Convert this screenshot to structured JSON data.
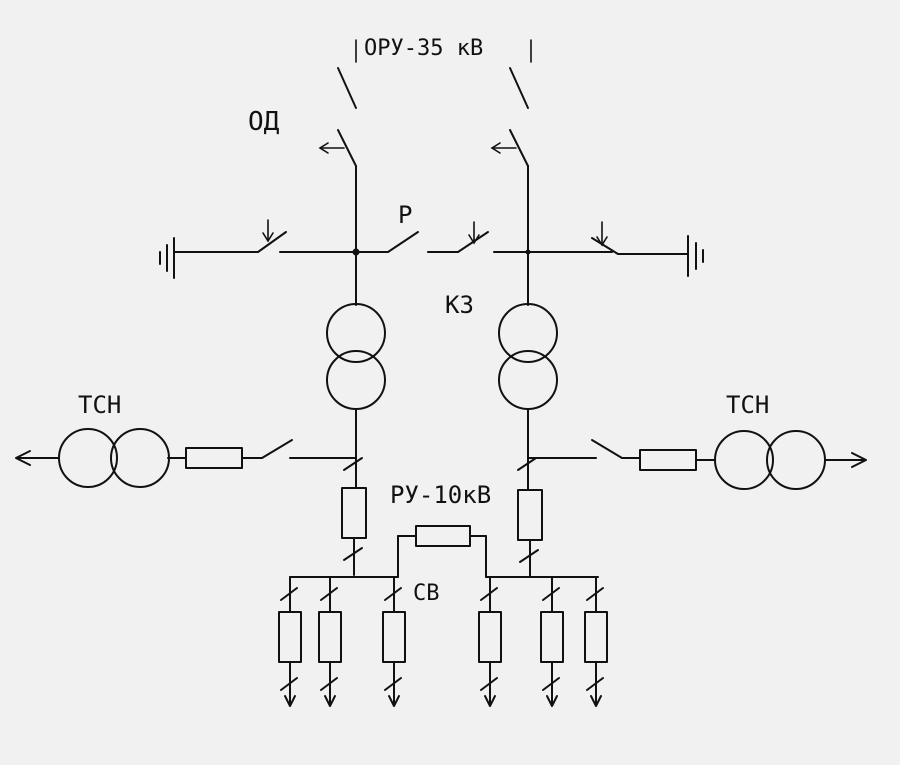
{
  "labels": {
    "oru": "ОРУ-35 кВ",
    "od": "ОД",
    "r": "Р",
    "kz": "КЗ",
    "tsn_left": "ТСН",
    "tsn_right": "ТСН",
    "ru": "РУ-10кВ",
    "sv": "СВ"
  }
}
